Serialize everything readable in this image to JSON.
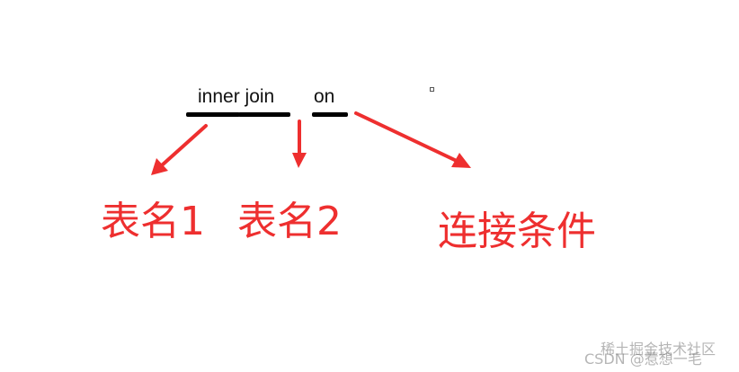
{
  "syntax": {
    "inner_join": "inner join",
    "on": "on"
  },
  "labels": {
    "table1": "表名1",
    "table2": "表名2",
    "condition": "连接条件"
  },
  "watermark": {
    "line1": "稀土掘金技术社区",
    "line2": "CSDN @惹想一毛"
  },
  "colors": {
    "arrow": "#ee2f2f",
    "label": "#ee2f2f",
    "underline": "#000000",
    "text": "#111111"
  }
}
